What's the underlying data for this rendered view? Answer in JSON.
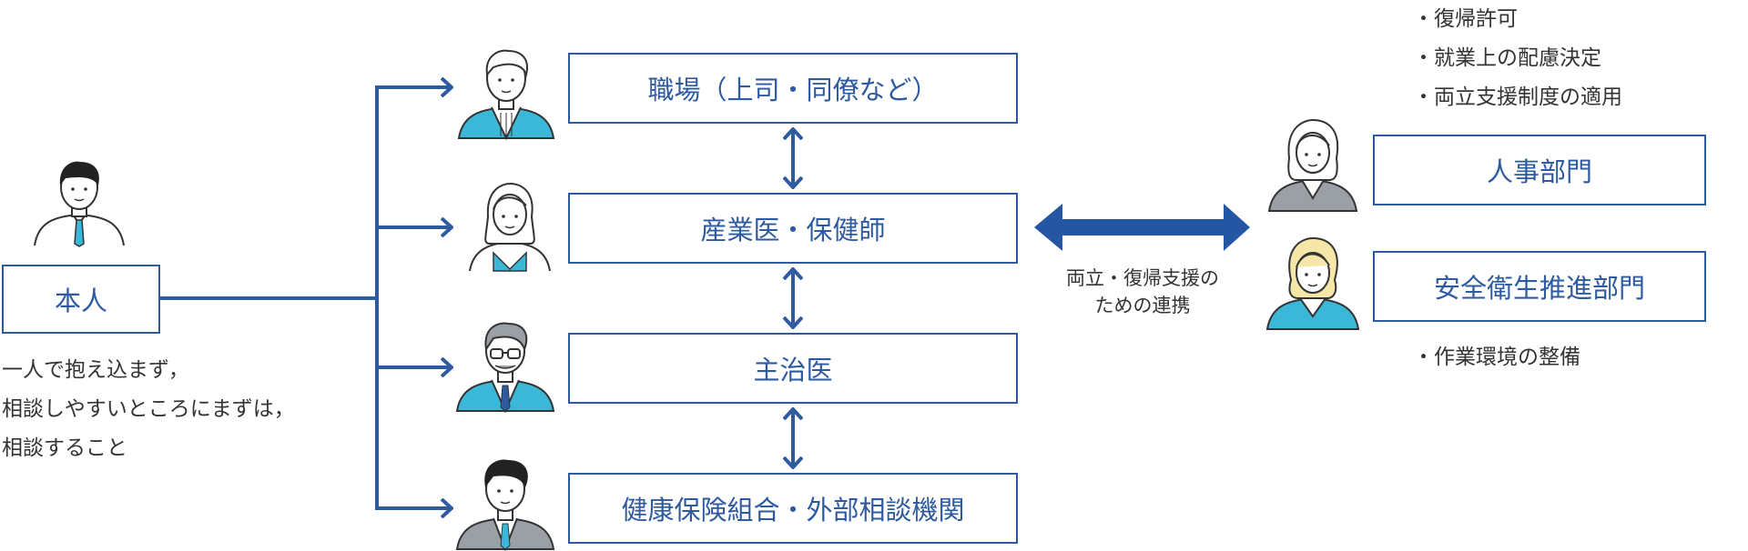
{
  "self": {
    "label": "本人",
    "note_lines": [
      "一人で抱え込まず，",
      "相談しやすいところにまずは，",
      "相談すること"
    ]
  },
  "center_boxes": [
    {
      "label": "職場（上司・同僚など）"
    },
    {
      "label": "産業医・保健師"
    },
    {
      "label": "主治医"
    },
    {
      "label": "健康保険組合・外部相談機関"
    }
  ],
  "link_caption": [
    "両立・復帰支援の",
    "ための連携"
  ],
  "right_boxes": [
    {
      "label": "人事部門"
    },
    {
      "label": "安全衛生推進部門"
    }
  ],
  "hr_tasks": [
    "復帰許可",
    "就業上の配慮決定",
    "両立支援制度の適用"
  ],
  "safety_tasks": [
    "作業環境の整備"
  ],
  "colors": {
    "accent": "#2e5aa0",
    "tie": "#3bb8d8",
    "skin_line": "#333333",
    "gray": "#9aa0a6"
  },
  "icons": [
    "person-man-icon",
    "person-woman-icon",
    "person-elderly-icon",
    "person-businessman-icon"
  ]
}
